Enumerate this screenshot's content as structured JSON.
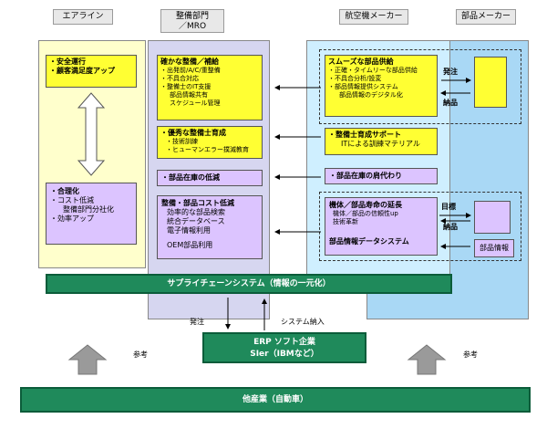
{
  "headers": {
    "airline": "エアライン",
    "maintenance": "整備部門\n／MRO",
    "aircraft_maker": "航空機メーカー",
    "parts_maker": "部品メーカー"
  },
  "airline": {
    "top_box": [
      "・安全運行",
      "・顧客満足度アップ"
    ],
    "bottom_box": [
      "・合理化",
      "・コスト低減",
      "整備部門分社化",
      "・効率アップ"
    ]
  },
  "maintenance": {
    "box1": [
      "確かな整備／補給",
      "・出発前/A/C/重整備",
      "・不具合対応",
      "・整備士のIT支援",
      "部品情報共有",
      "スケジュール管理"
    ],
    "box2": [
      "・優秀な整備士育成",
      "・技術訓練",
      "・ヒューマンエラー撲滅教育"
    ],
    "box3": "・部品在庫の低減",
    "box4": [
      "整備・部品コスト低減",
      "効率的な部品検索",
      "統合データベース",
      "電子情報利用",
      "OEM部品利用"
    ]
  },
  "aircraft": {
    "box1": [
      "スムーズな部品供給",
      "・正確・タイムリーな部品供給",
      "・不具合分析/設変",
      "・部品情報提供システム",
      "部品情報のデジタル化"
    ],
    "box2": [
      "・整備士育成サポート",
      "ITによる訓練マテリアル"
    ],
    "box3": "・部品在庫の肩代わり",
    "box4": [
      "機体／部品寿命の延長",
      "機体／部品の信頼性up",
      "技術革新"
    ],
    "box5": "部品情報データシステム"
  },
  "parts": {
    "order": "発注",
    "delivery": "納品",
    "target": "目標",
    "delivery2": "納品",
    "parts_info": "部品情報"
  },
  "supply_chain": "サプライチェーンシステム（情報の一元化）",
  "labels": {
    "order": "発注",
    "system_delivery": "システム納入",
    "reference_left": "参考",
    "reference_right": "参考"
  },
  "erp": [
    "ERP ソフト企業",
    "SIer（IBMなど）"
  ],
  "other_industry": "他産業（自動車）"
}
